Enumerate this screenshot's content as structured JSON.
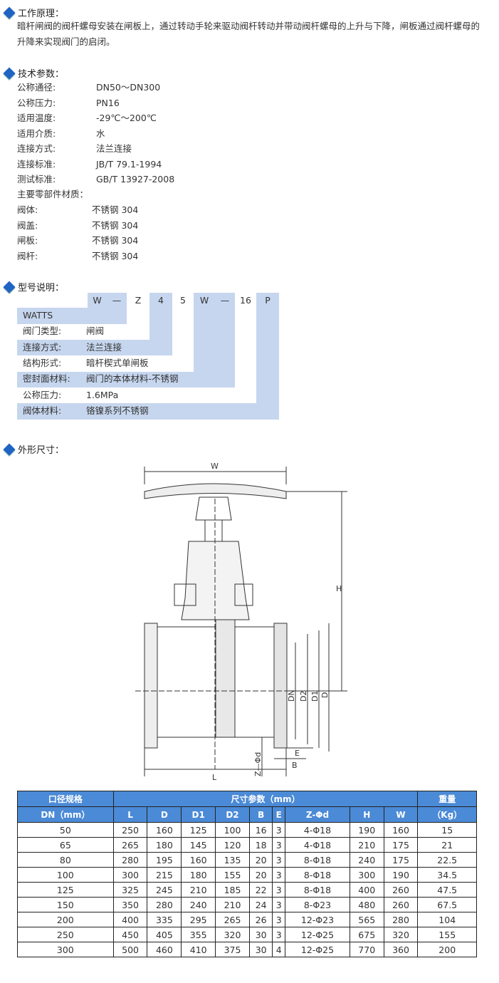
{
  "principle": {
    "title": "工作原理：",
    "text": "暗杆闸阀的阀杆螺母安装在闸板上，通过转动手轮来驱动阀杆转动并带动阀杆螺母的上升与下降，闸板通过阀杆螺母的升降来实现阀门的启闭。"
  },
  "specs": {
    "title": "技术参数：",
    "items": [
      {
        "k": "公称通径:",
        "v": "DN50～DN300"
      },
      {
        "k": "公称压力:",
        "v": "PN16"
      },
      {
        "k": "适用温度:",
        "v": "-29℃～200℃"
      },
      {
        "k": "适用介质:",
        "v": "水"
      },
      {
        "k": "连接方式:",
        "v": "法兰连接"
      },
      {
        "k": "连接标准:",
        "v": "JB/T 79.1-1994"
      },
      {
        "k": "测试标准:",
        "v": "GB/T 13927-2008"
      }
    ],
    "materials_title": "主要零部件材质：",
    "materials": [
      {
        "k": "阀体:",
        "v": "不锈钢 304"
      },
      {
        "k": "阀盖:",
        "v": "不锈钢 304"
      },
      {
        "k": "闸板:",
        "v": "不锈钢 304"
      },
      {
        "k": "阀杆:",
        "v": "不锈钢 304"
      }
    ]
  },
  "model": {
    "title": "型号说明：",
    "codes": [
      "W",
      "—",
      "Z",
      "4",
      "5",
      "W",
      "—",
      "16",
      "P"
    ],
    "rows": [
      {
        "k": "WATTS",
        "v": ""
      },
      {
        "k": "阀门类型:",
        "v": "闸阀"
      },
      {
        "k": "连接方式:",
        "v": "法兰连接"
      },
      {
        "k": "结构形式:",
        "v": "暗杆楔式单闸板"
      },
      {
        "k": "密封面材料:",
        "v": "阀门的本体材料-不锈钢"
      },
      {
        "k": "公称压力:",
        "v": "1.6MPa"
      },
      {
        "k": "阀体材料:",
        "v": "铬镍系列不锈钢"
      }
    ]
  },
  "dimensions": {
    "title": "外形尺寸：",
    "labels": {
      "W": "W",
      "H": "H",
      "L": "L",
      "DN": "DN",
      "D2": "D2",
      "D1": "D1",
      "D": "D",
      "E": "E",
      "B": "B",
      "Zd": "Z—Φd"
    }
  },
  "table": {
    "h_size": "口径规格",
    "h_dn": "DN（mm）",
    "h_params": "尺寸参数（mm）",
    "h_weight": "重量",
    "h_kg": "（Kg）",
    "cols": [
      "L",
      "D",
      "D1",
      "D2",
      "B",
      "E",
      "Z-Φd",
      "H",
      "W"
    ],
    "rows": [
      [
        "50",
        "250",
        "160",
        "125",
        "100",
        "16",
        "3",
        "4-Φ18",
        "190",
        "160",
        "15"
      ],
      [
        "65",
        "265",
        "180",
        "145",
        "120",
        "18",
        "3",
        "4-Φ18",
        "210",
        "175",
        "21"
      ],
      [
        "80",
        "280",
        "195",
        "160",
        "135",
        "20",
        "3",
        "8-Φ18",
        "240",
        "175",
        "22.5"
      ],
      [
        "100",
        "300",
        "215",
        "180",
        "155",
        "20",
        "3",
        "8-Φ18",
        "300",
        "190",
        "34.5"
      ],
      [
        "125",
        "325",
        "245",
        "210",
        "185",
        "22",
        "3",
        "8-Φ18",
        "400",
        "260",
        "47.5"
      ],
      [
        "150",
        "350",
        "280",
        "240",
        "210",
        "24",
        "3",
        "8-Φ23",
        "480",
        "260",
        "67.5"
      ],
      [
        "200",
        "400",
        "335",
        "295",
        "265",
        "26",
        "3",
        "12-Φ23",
        "565",
        "280",
        "104"
      ],
      [
        "250",
        "450",
        "405",
        "355",
        "320",
        "30",
        "3",
        "12-Φ25",
        "675",
        "320",
        "155"
      ],
      [
        "300",
        "500",
        "460",
        "410",
        "375",
        "30",
        "4",
        "12-Φ25",
        "770",
        "360",
        "200"
      ]
    ]
  }
}
